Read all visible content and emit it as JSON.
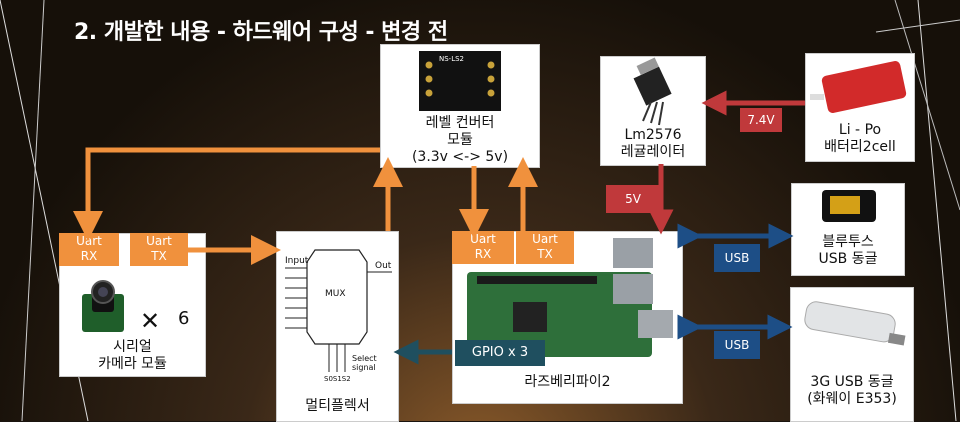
{
  "title": "2. 개발한 내용 - 하드웨어 구성 - 변경 전",
  "camera": {
    "uart_rx": [
      "Uart",
      "RX"
    ],
    "uart_tx": [
      "Uart",
      "TX"
    ],
    "multiplier": "× 6",
    "label": [
      "시리얼",
      "카메라 모듈"
    ]
  },
  "mux": {
    "input": "Input",
    "out": "Out",
    "mux": "MUX",
    "select": [
      "Select",
      "signal"
    ],
    "s_labels": "S0S1S2",
    "label": "멀티플렉서"
  },
  "level_converter": {
    "board_text": "NS-LS2",
    "label": [
      "레벨 컨버터",
      "모듈",
      "(3.3v <-> 5v)"
    ]
  },
  "raspberry": {
    "uart_rx": [
      "Uart",
      "RX"
    ],
    "uart_tx": [
      "Uart",
      "TX"
    ],
    "label": "라즈베리파이2"
  },
  "gpio": "GPIO x 3",
  "regulator": {
    "label": [
      "Lm2576",
      "레귤레이터"
    ]
  },
  "battery": {
    "label": [
      "Li - Po",
      "배터리2cell"
    ]
  },
  "voltage_7v": "7.4V",
  "voltage_5v": "5V",
  "usb_1": "USB",
  "usb_2": "USB",
  "bluetooth": {
    "label": [
      "블루투스",
      "USB 동글"
    ]
  },
  "modem": {
    "label": [
      "3G USB 동글",
      "(화웨이 E353)"
    ]
  },
  "colors": {
    "orange": "#f0913d",
    "red": "#c0393b",
    "blue": "#1d4e86",
    "teal": "#1f4f5f"
  }
}
